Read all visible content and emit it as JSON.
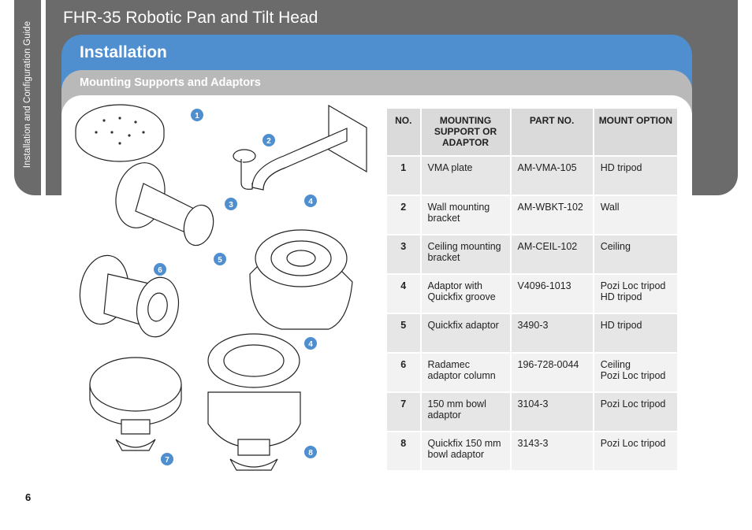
{
  "sidebar": {
    "label": "Installation and Configuration Guide"
  },
  "header": {
    "title": "FHR-35 Robotic Pan and Tilt Head"
  },
  "section": {
    "title": "Installation",
    "subtitle": "Mounting Supports and Adaptors"
  },
  "callouts": [
    "1",
    "2",
    "3",
    "4",
    "5",
    "6",
    "4",
    "7",
    "8"
  ],
  "table": {
    "headers": [
      "NO.",
      "MOUNTING SUPPORT OR ADAPTOR",
      "PART NO.",
      "MOUNT OPTION"
    ],
    "rows": [
      {
        "no": "1",
        "name": "VMA plate",
        "part": "AM-VMA-105",
        "mount": "HD tripod"
      },
      {
        "no": "2",
        "name": "Wall mounting bracket",
        "part": "AM-WBKT-102",
        "mount": "Wall"
      },
      {
        "no": "3",
        "name": "Ceiling mounting bracket",
        "part": "AM-CEIL-102",
        "mount": "Ceiling"
      },
      {
        "no": "4",
        "name": "Adaptor with Quickfix groove",
        "part": "V4096-1013",
        "mount": "Pozi Loc tripod\nHD tripod"
      },
      {
        "no": "5",
        "name": "Quickfix adaptor",
        "part": "3490-3",
        "mount": "HD tripod"
      },
      {
        "no": "6",
        "name": "Radamec adaptor column",
        "part": "196-728-0044",
        "mount": "Ceiling\nPozi Loc tripod"
      },
      {
        "no": "7",
        "name": "150 mm bowl adaptor",
        "part": "3104-3",
        "mount": "Pozi Loc tripod"
      },
      {
        "no": "8",
        "name": "Quickfix 150 mm bowl adaptor",
        "part": "3143-3",
        "mount": "Pozi Loc tripod"
      }
    ]
  },
  "footer": {
    "page_number": "6"
  }
}
